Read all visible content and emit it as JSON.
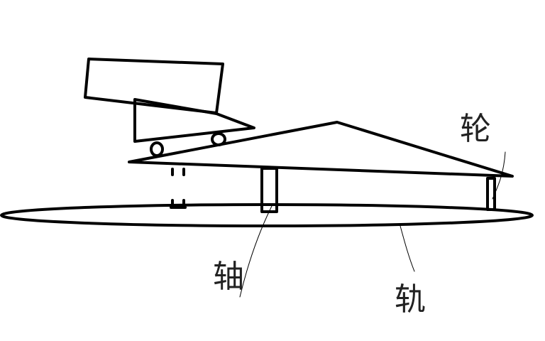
{
  "labels": {
    "wheel": "轮",
    "axle": "轴",
    "track": "轨"
  },
  "colors": {
    "stroke": "#000000",
    "background": "#ffffff",
    "text": "#222222"
  }
}
